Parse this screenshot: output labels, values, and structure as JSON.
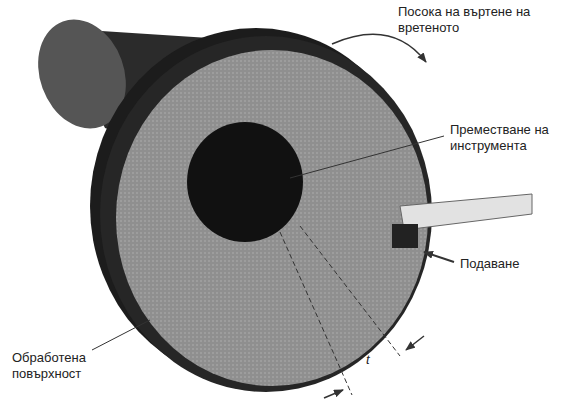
{
  "diagram": {
    "labels": [
      "Посока на въртене на вретеното",
      "Преместване на инструмента",
      "Подаване",
      "Обработена повърхност",
      "t"
    ]
  }
}
